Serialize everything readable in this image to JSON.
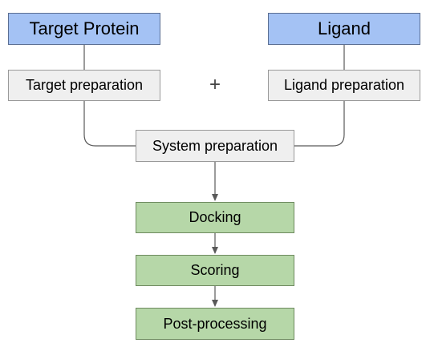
{
  "nodes": {
    "target_protein": "Target Protein",
    "ligand": "Ligand",
    "target_preparation": "Target preparation",
    "ligand_preparation": "Ligand preparation",
    "plus": "+",
    "system_preparation": "System preparation",
    "docking": "Docking",
    "scoring": "Scoring",
    "post_processing": "Post-processing"
  },
  "colors": {
    "input_fill": "#a4c2f4",
    "prep_fill": "#efefef",
    "stage_fill": "#b6d7a8",
    "connector": "#595959"
  }
}
